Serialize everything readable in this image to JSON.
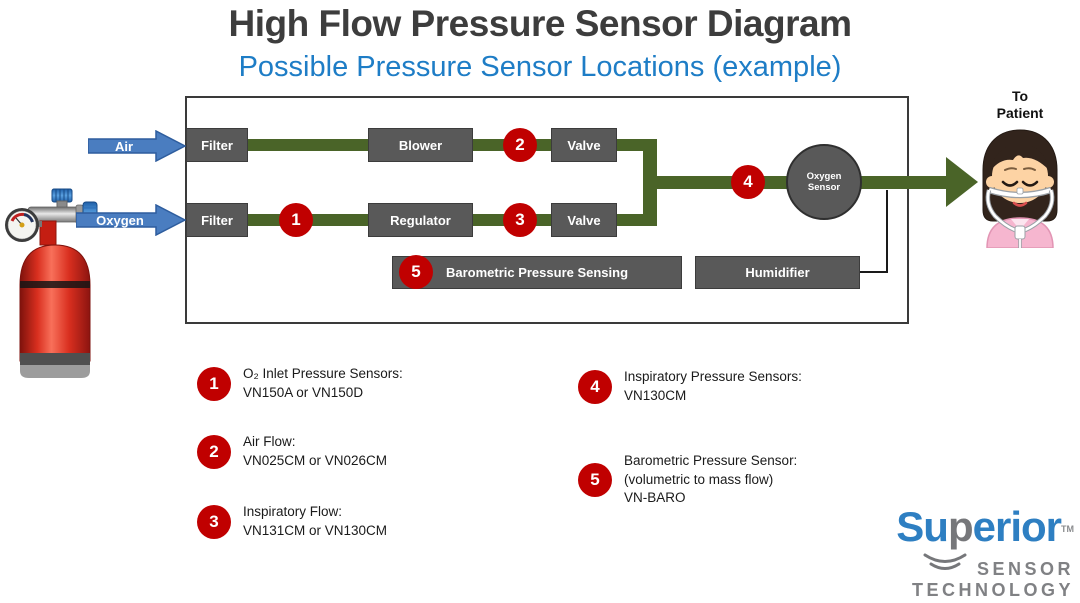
{
  "title": "High Flow Pressure Sensor Diagram",
  "subtitle": "Possible Pressure Sensor Locations (example)",
  "flow": {
    "air_label": "Air",
    "oxygen_label": "Oxygen",
    "boxes": {
      "filter_air": "Filter",
      "blower": "Blower",
      "valve_air": "Valve",
      "filter_o2": "Filter",
      "regulator": "Regulator",
      "valve_o2": "Valve",
      "barometric": "Barometric Pressure Sensing",
      "humidifier": "Humidifier"
    },
    "oxygen_sensor": {
      "line1": "Oxygen",
      "line2": "Sensor"
    },
    "markers": [
      "1",
      "2",
      "3",
      "4",
      "5"
    ],
    "to_patient": {
      "line1": "To",
      "line2": "Patient"
    }
  },
  "legend": {
    "left": [
      {
        "num": "1",
        "lines": [
          "O₂ Inlet Pressure Sensors:",
          "VN150A or VN150D"
        ]
      },
      {
        "num": "2",
        "lines": [
          "Air Flow:",
          "VN025CM or VN026CM"
        ]
      },
      {
        "num": "3",
        "lines": [
          "Inspiratory Flow:",
          "VN131CM or VN130CM"
        ]
      }
    ],
    "right": [
      {
        "num": "4",
        "lines": [
          "Inspiratory Pressure Sensors:",
          "VN130CM"
        ]
      },
      {
        "num": "5",
        "lines": [
          "Barometric Pressure Sensor:",
          "(volumetric to mass flow)",
          "VN-BARO"
        ]
      }
    ]
  },
  "logo": {
    "word_part1": "Su",
    "word_part2": "p",
    "word_part3": "erior",
    "tm": "TM",
    "line2": "SENSOR",
    "line3": "TECHNOLOGY"
  },
  "colors": {
    "marker_red": "#c00000",
    "flow_green": "#4a6428",
    "box_gray": "#595959",
    "arrow_blue": "#4a7dc0",
    "title_gray": "#3d3d3d",
    "subtitle_blue": "#1e7dc6",
    "logo_blue": "#2e7fc2",
    "logo_gray": "#808184",
    "tank_red": "#d92f1f"
  }
}
